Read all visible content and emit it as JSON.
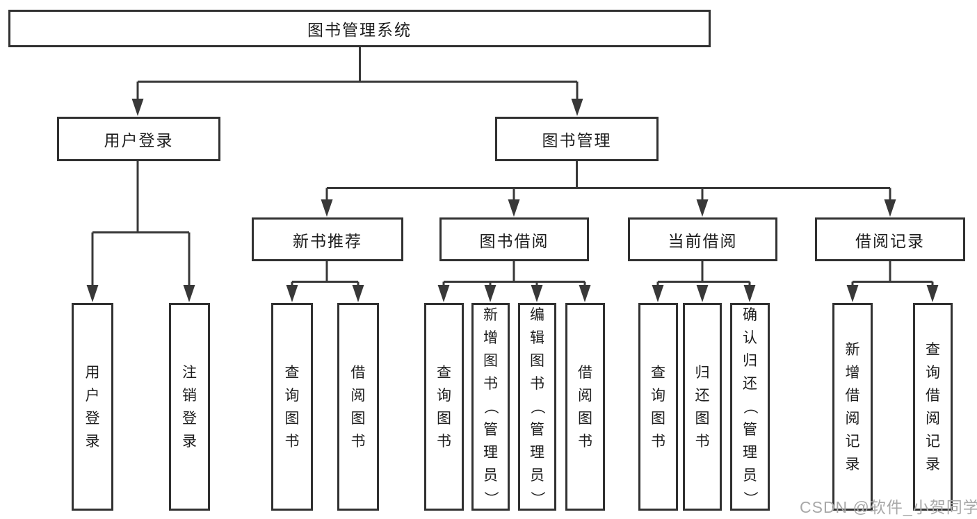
{
  "tree": {
    "label": "图书管理系统",
    "children": [
      {
        "label": "用户登录",
        "children": [
          {
            "label": "用户登录"
          },
          {
            "label": "注销登录"
          }
        ]
      },
      {
        "label": "图书管理",
        "children": [
          {
            "label": "新书推荐",
            "children": [
              {
                "label": "查询图书"
              },
              {
                "label": "借阅图书"
              }
            ]
          },
          {
            "label": "图书借阅",
            "children": [
              {
                "label": "查询图书"
              },
              {
                "label": "新增图书（管理员）"
              },
              {
                "label": "编辑图书（管理员）"
              },
              {
                "label": "借阅图书"
              }
            ]
          },
          {
            "label": "当前借阅",
            "children": [
              {
                "label": "查询图书"
              },
              {
                "label": "归还图书"
              },
              {
                "label": "确认归还（管理员）"
              }
            ]
          },
          {
            "label": "借阅记录",
            "children": [
              {
                "label": "新增借阅记录"
              },
              {
                "label": "查询借阅记录"
              }
            ]
          }
        ]
      }
    ]
  },
  "watermark": {
    "text": "CSDN @软件_小贺同学"
  },
  "colors": {
    "line": "#383838",
    "box_border": "#313131",
    "text": "#1d1d1d",
    "watermark": "#a8a8a8",
    "background": "#ffffff"
  }
}
